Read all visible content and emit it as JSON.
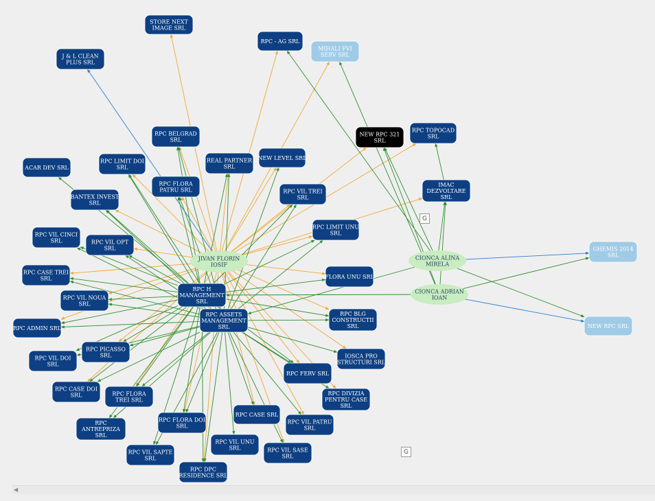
{
  "colors": {
    "company": "#0d3f82",
    "company_light": "#9fcbe6",
    "company_dark": "#000000",
    "person": "#c9ecc0",
    "edge_green": "#2f8f2f",
    "edge_orange": "#f0a830",
    "edge_blue": "#2a7fd4"
  },
  "markers": [
    "G",
    "G"
  ],
  "scrollbar": {
    "arrow": "chevron-left-icon"
  },
  "nodes": [
    {
      "id": "store_next",
      "kind": "company",
      "lines": [
        "STORE NEXT",
        "IMAGE SRL"
      ]
    },
    {
      "id": "rpc_ag",
      "kind": "company",
      "lines": [
        "RPC - AG SRL"
      ]
    },
    {
      "id": "mihali",
      "kind": "company_light",
      "lines": [
        "MIHALI FVI",
        "SERV SRL"
      ]
    },
    {
      "id": "jl_clean",
      "kind": "company",
      "lines": [
        "J & L CLEAN",
        "PLUS SRL"
      ]
    },
    {
      "id": "rpc_belgrad",
      "kind": "company",
      "lines": [
        "RPC BELGRAD",
        "SRL"
      ]
    },
    {
      "id": "new_rpc_321",
      "kind": "company_dark",
      "lines": [
        "NEW RPC 321",
        "SRL"
      ]
    },
    {
      "id": "rpc_topocad",
      "kind": "company",
      "lines": [
        "RPC TOPOCAD",
        "SRL"
      ]
    },
    {
      "id": "acar_dev",
      "kind": "company",
      "lines": [
        "ACAR DEV SRL"
      ]
    },
    {
      "id": "rpc_limit_doi",
      "kind": "company",
      "lines": [
        "RPC LIMIT DOI",
        "SRL"
      ]
    },
    {
      "id": "real_partner",
      "kind": "company",
      "lines": [
        "REAL PARTNER",
        "SRL"
      ]
    },
    {
      "id": "new_level",
      "kind": "company",
      "lines": [
        "NEW LEVEL SRL"
      ]
    },
    {
      "id": "rpc_flora_patru",
      "kind": "company",
      "lines": [
        "RPC FLORA",
        "PATRU SRL"
      ]
    },
    {
      "id": "rpc_vil_trei",
      "kind": "company",
      "lines": [
        "RPC VIL TREI",
        "SRL"
      ]
    },
    {
      "id": "imac",
      "kind": "company",
      "lines": [
        "IMAC",
        "DEZVOLTARE",
        "SRL"
      ]
    },
    {
      "id": "bantex",
      "kind": "company",
      "lines": [
        "BANTEX INVEST",
        "SRL"
      ]
    },
    {
      "id": "rpc_limit_unu",
      "kind": "company",
      "lines": [
        "RPC LIMIT UNU",
        "SRL"
      ]
    },
    {
      "id": "rpc_vil_cinci",
      "kind": "company",
      "lines": [
        "RPC VIL CINCI",
        "SRL"
      ]
    },
    {
      "id": "rpc_vil_opt",
      "kind": "company",
      "lines": [
        "RPC VIL OPT",
        "SRL"
      ]
    },
    {
      "id": "jivan",
      "kind": "person",
      "lines": [
        "JIVAN FLORIN",
        "IOSIF"
      ]
    },
    {
      "id": "cionca_alina",
      "kind": "person",
      "lines": [
        "CIONCA ALINA",
        "MIRELA"
      ]
    },
    {
      "id": "ghemis",
      "kind": "company_light",
      "lines": [
        "GHEMIS 2014",
        "SRL"
      ]
    },
    {
      "id": "rpc_case_trei",
      "kind": "company",
      "lines": [
        "RPC CASE TREI",
        "SRL"
      ]
    },
    {
      "id": "flora_unu",
      "kind": "company",
      "lines": [
        "FLORA UNU SRL"
      ]
    },
    {
      "id": "rpc_h_mgmt",
      "kind": "company",
      "lines": [
        "RPC H",
        "MANAGEMENT",
        "SRL"
      ]
    },
    {
      "id": "cionca_adrian",
      "kind": "person",
      "lines": [
        "CIONCA ADRIAN",
        "IOAN"
      ]
    },
    {
      "id": "rpc_vil_noua",
      "kind": "company",
      "lines": [
        "RPC VIL NOUA",
        "SRL"
      ]
    },
    {
      "id": "rpc_assets",
      "kind": "company",
      "lines": [
        "RPC ASSETS",
        "MANAGEMENT",
        "SRL"
      ]
    },
    {
      "id": "rpc_blg",
      "kind": "company",
      "lines": [
        "RPC BLG",
        "CONSTRUCTII",
        "SRL"
      ]
    },
    {
      "id": "new_rpc",
      "kind": "company_light",
      "lines": [
        "NEW RPC SRL"
      ]
    },
    {
      "id": "rpc_admin",
      "kind": "company",
      "lines": [
        "RPC ADMIN SRL"
      ]
    },
    {
      "id": "rpc_picasso",
      "kind": "company",
      "lines": [
        "RPC PICASSO",
        "SRL"
      ]
    },
    {
      "id": "iosca",
      "kind": "company",
      "lines": [
        "IOSCA PRO",
        "STRUCTURI SRL"
      ]
    },
    {
      "id": "rpc_vil_doi",
      "kind": "company",
      "lines": [
        "RPC VIL DOI",
        "SRL"
      ]
    },
    {
      "id": "rpc_ferv",
      "kind": "company",
      "lines": [
        "RPC FERV SRL"
      ]
    },
    {
      "id": "rpc_case_doi",
      "kind": "company",
      "lines": [
        "RPC CASE DOI",
        "SRL"
      ]
    },
    {
      "id": "rpc_flora_trei",
      "kind": "company",
      "lines": [
        "RPC FLORA",
        "TREI SRL"
      ]
    },
    {
      "id": "rpc_divizia",
      "kind": "company",
      "lines": [
        "RPC DIVIZIA",
        "PENTRU CASE",
        "SRL"
      ]
    },
    {
      "id": "rpc_case",
      "kind": "company",
      "lines": [
        "RPC CASE SRL"
      ]
    },
    {
      "id": "rpc_antrepriza",
      "kind": "company",
      "lines": [
        "RPC",
        "ANTREPRIZA",
        "SRL"
      ]
    },
    {
      "id": "rpc_flora_doi",
      "kind": "company",
      "lines": [
        "RPC FLORA DOI",
        "SRL"
      ]
    },
    {
      "id": "rpc_vil_patru",
      "kind": "company",
      "lines": [
        "RPC VIL PATRU",
        "SRL"
      ]
    },
    {
      "id": "rpc_vil_unu",
      "kind": "company",
      "lines": [
        "RPC VIL UNU",
        "SRL"
      ]
    },
    {
      "id": "rpc_vil_sapte",
      "kind": "company",
      "lines": [
        "RPC VIL SAPTE",
        "SRL"
      ]
    },
    {
      "id": "rpc_vil_sase",
      "kind": "company",
      "lines": [
        "RPC VIL SASE",
        "SRL"
      ]
    },
    {
      "id": "rpc_dpc",
      "kind": "company",
      "lines": [
        "RPC DPC",
        "RESIDENCE SRL"
      ]
    }
  ],
  "edges": [
    {
      "from": "jivan",
      "to": "store_next",
      "type": "orange"
    },
    {
      "from": "jivan",
      "to": "rpc_ag",
      "type": "orange"
    },
    {
      "from": "jivan",
      "to": "mihali",
      "type": "orange"
    },
    {
      "from": "jivan",
      "to": "jl_clean",
      "type": "blue"
    },
    {
      "from": "jivan",
      "to": "rpc_belgrad",
      "type": "orange"
    },
    {
      "from": "jivan",
      "to": "new_rpc_321",
      "type": "orange"
    },
    {
      "from": "jivan",
      "to": "rpc_topocad",
      "type": "orange"
    },
    {
      "from": "jivan",
      "to": "real_partner",
      "type": "orange"
    },
    {
      "from": "jivan",
      "to": "new_level",
      "type": "orange"
    },
    {
      "from": "jivan",
      "to": "rpc_flora_patru",
      "type": "orange"
    },
    {
      "from": "jivan",
      "to": "rpc_limit_doi",
      "type": "orange"
    },
    {
      "from": "jivan",
      "to": "bantex",
      "type": "orange"
    },
    {
      "from": "jivan",
      "to": "rpc_vil_trei",
      "type": "orange"
    },
    {
      "from": "jivan",
      "to": "imac",
      "type": "orange"
    },
    {
      "from": "jivan",
      "to": "rpc_limit_unu",
      "type": "orange"
    },
    {
      "from": "jivan",
      "to": "rpc_vil_opt",
      "type": "orange"
    },
    {
      "from": "jivan",
      "to": "flora_unu",
      "type": "orange"
    },
    {
      "from": "jivan",
      "to": "rpc_case_trei",
      "type": "orange"
    },
    {
      "from": "jivan",
      "to": "rpc_vil_noua",
      "type": "orange"
    },
    {
      "from": "jivan",
      "to": "rpc_admin",
      "type": "orange"
    },
    {
      "from": "jivan",
      "to": "rpc_blg",
      "type": "orange"
    },
    {
      "from": "jivan",
      "to": "rpc_picasso",
      "type": "orange"
    },
    {
      "from": "jivan",
      "to": "iosca",
      "type": "orange"
    },
    {
      "from": "jivan",
      "to": "rpc_ferv",
      "type": "orange"
    },
    {
      "from": "jivan",
      "to": "rpc_case_doi",
      "type": "orange"
    },
    {
      "from": "jivan",
      "to": "rpc_flora_trei",
      "type": "orange"
    },
    {
      "from": "jivan",
      "to": "rpc_divizia",
      "type": "orange"
    },
    {
      "from": "jivan",
      "to": "rpc_case",
      "type": "orange"
    },
    {
      "from": "jivan",
      "to": "rpc_flora_doi",
      "type": "orange"
    },
    {
      "from": "jivan",
      "to": "rpc_vil_patru",
      "type": "orange"
    },
    {
      "from": "jivan",
      "to": "rpc_vil_sase",
      "type": "orange"
    },
    {
      "from": "jivan",
      "to": "rpc_dpc",
      "type": "orange"
    },
    {
      "from": "rpc_h_mgmt",
      "to": "rpc_belgrad",
      "type": "green"
    },
    {
      "from": "rpc_h_mgmt",
      "to": "rpc_limit_doi",
      "type": "green"
    },
    {
      "from": "rpc_h_mgmt",
      "to": "rpc_flora_patru",
      "type": "green"
    },
    {
      "from": "rpc_h_mgmt",
      "to": "real_partner",
      "type": "green"
    },
    {
      "from": "rpc_h_mgmt",
      "to": "acar_dev",
      "type": "green"
    },
    {
      "from": "rpc_h_mgmt",
      "to": "bantex",
      "type": "green"
    },
    {
      "from": "rpc_h_mgmt",
      "to": "rpc_vil_cinci",
      "type": "green"
    },
    {
      "from": "rpc_h_mgmt",
      "to": "rpc_vil_opt",
      "type": "green"
    },
    {
      "from": "rpc_h_mgmt",
      "to": "rpc_case_trei",
      "type": "green"
    },
    {
      "from": "rpc_h_mgmt",
      "to": "rpc_vil_noua",
      "type": "green"
    },
    {
      "from": "rpc_h_mgmt",
      "to": "rpc_admin",
      "type": "green"
    },
    {
      "from": "rpc_h_mgmt",
      "to": "rpc_picasso",
      "type": "green"
    },
    {
      "from": "rpc_h_mgmt",
      "to": "rpc_vil_doi",
      "type": "green"
    },
    {
      "from": "rpc_h_mgmt",
      "to": "rpc_case_doi",
      "type": "green"
    },
    {
      "from": "rpc_h_mgmt",
      "to": "rpc_flora_trei",
      "type": "green"
    },
    {
      "from": "rpc_h_mgmt",
      "to": "rpc_antrepriza",
      "type": "green"
    },
    {
      "from": "rpc_h_mgmt",
      "to": "rpc_vil_sapte",
      "type": "green"
    },
    {
      "from": "rpc_h_mgmt",
      "to": "rpc_flora_doi",
      "type": "green"
    },
    {
      "from": "rpc_h_mgmt",
      "to": "rpc_dpc",
      "type": "green"
    },
    {
      "from": "rpc_h_mgmt",
      "to": "flora_unu",
      "type": "green"
    },
    {
      "from": "rpc_h_mgmt",
      "to": "rpc_vil_trei",
      "type": "green"
    },
    {
      "from": "rpc_h_mgmt",
      "to": "rpc_limit_unu",
      "type": "green"
    },
    {
      "from": "rpc_h_mgmt",
      "to": "rpc_blg",
      "type": "green"
    },
    {
      "from": "rpc_h_mgmt",
      "to": "rpc_ferv",
      "type": "green"
    },
    {
      "from": "rpc_assets",
      "to": "rpc_belgrad",
      "type": "green"
    },
    {
      "from": "rpc_assets",
      "to": "rpc_flora_patru",
      "type": "green"
    },
    {
      "from": "rpc_assets",
      "to": "real_partner",
      "type": "green"
    },
    {
      "from": "rpc_assets",
      "to": "new_level",
      "type": "green"
    },
    {
      "from": "rpc_assets",
      "to": "rpc_limit_doi",
      "type": "green"
    },
    {
      "from": "rpc_assets",
      "to": "bantex",
      "type": "green"
    },
    {
      "from": "rpc_assets",
      "to": "rpc_vil_opt",
      "type": "green"
    },
    {
      "from": "rpc_assets",
      "to": "rpc_vil_cinci",
      "type": "green"
    },
    {
      "from": "rpc_assets",
      "to": "rpc_case_trei",
      "type": "green"
    },
    {
      "from": "rpc_assets",
      "to": "rpc_vil_noua",
      "type": "green"
    },
    {
      "from": "rpc_assets",
      "to": "rpc_admin",
      "type": "green"
    },
    {
      "from": "rpc_assets",
      "to": "rpc_picasso",
      "type": "green"
    },
    {
      "from": "rpc_assets",
      "to": "rpc_vil_doi",
      "type": "green"
    },
    {
      "from": "rpc_assets",
      "to": "rpc_case_doi",
      "type": "green"
    },
    {
      "from": "rpc_assets",
      "to": "rpc_flora_trei",
      "type": "green"
    },
    {
      "from": "rpc_assets",
      "to": "rpc_antrepriza",
      "type": "green"
    },
    {
      "from": "rpc_assets",
      "to": "rpc_vil_sapte",
      "type": "green"
    },
    {
      "from": "rpc_assets",
      "to": "rpc_flora_doi",
      "type": "green"
    },
    {
      "from": "rpc_assets",
      "to": "rpc_dpc",
      "type": "green"
    },
    {
      "from": "rpc_assets",
      "to": "rpc_vil_unu",
      "type": "green"
    },
    {
      "from": "rpc_assets",
      "to": "rpc_case",
      "type": "green"
    },
    {
      "from": "rpc_assets",
      "to": "rpc_vil_sase",
      "type": "green"
    },
    {
      "from": "rpc_assets",
      "to": "rpc_vil_patru",
      "type": "green"
    },
    {
      "from": "rpc_assets",
      "to": "rpc_divizia",
      "type": "green"
    },
    {
      "from": "rpc_assets",
      "to": "rpc_ferv",
      "type": "green"
    },
    {
      "from": "rpc_assets",
      "to": "iosca",
      "type": "green"
    },
    {
      "from": "rpc_assets",
      "to": "rpc_blg",
      "type": "green"
    },
    {
      "from": "rpc_assets",
      "to": "rpc_vil_trei",
      "type": "green"
    },
    {
      "from": "rpc_assets",
      "to": "rpc_limit_unu",
      "type": "green"
    },
    {
      "from": "cionca_alina",
      "to": "rpc_ag",
      "type": "green"
    },
    {
      "from": "cionca_alina",
      "to": "new_rpc_321",
      "type": "green"
    },
    {
      "from": "cionca_alina",
      "to": "imac",
      "type": "green"
    },
    {
      "from": "cionca_alina",
      "to": "ghemis",
      "type": "blue"
    },
    {
      "from": "cionca_alina",
      "to": "new_rpc",
      "type": "green"
    },
    {
      "from": "cionca_alina",
      "to": "rpc_assets",
      "type": "green"
    },
    {
      "from": "cionca_adrian",
      "to": "mihali",
      "type": "green"
    },
    {
      "from": "cionca_adrian",
      "to": "new_rpc_321",
      "type": "green"
    },
    {
      "from": "cionca_adrian",
      "to": "imac",
      "type": "green"
    },
    {
      "from": "cionca_adrian",
      "to": "ghemis",
      "type": "green"
    },
    {
      "from": "cionca_adrian",
      "to": "new_rpc",
      "type": "blue"
    },
    {
      "from": "cionca_adrian",
      "to": "rpc_h_mgmt",
      "type": "green"
    },
    {
      "from": "imac",
      "to": "rpc_topocad",
      "type": "green"
    }
  ]
}
